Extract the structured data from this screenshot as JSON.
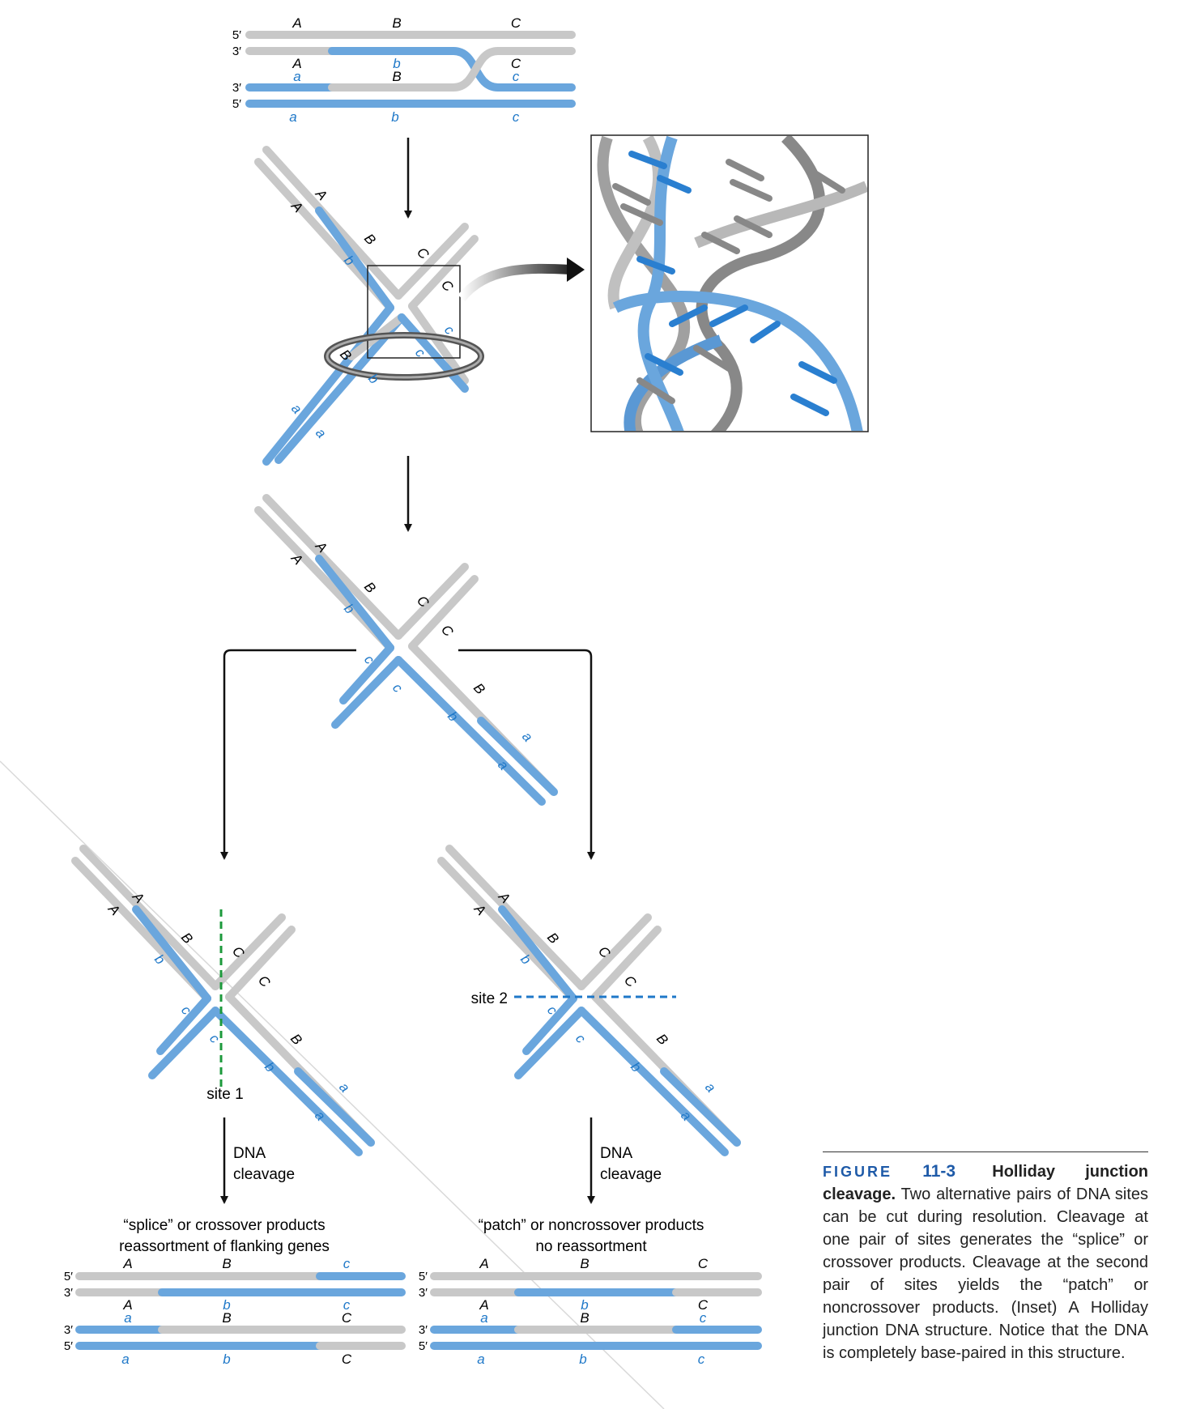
{
  "strand_labels": {
    "five_prime": "5′",
    "three_prime": "3′",
    "upper": [
      "A",
      "B",
      "C"
    ],
    "lower": [
      "a",
      "b",
      "c"
    ]
  },
  "site_labels": {
    "site1": "site 1",
    "site2": "site 2"
  },
  "step_labels": {
    "cleavage_left": [
      "DNA",
      "cleavage"
    ],
    "cleavage_right": [
      "DNA",
      "cleavage"
    ]
  },
  "products": {
    "splice": [
      "“splice” or crossover products",
      "reassortment of flanking genes"
    ],
    "patch": [
      "“patch” or noncrossover products",
      "no reassortment"
    ]
  },
  "caption": {
    "figure_word": "FIGURE",
    "figure_number": "11-3",
    "title": "Holliday junction cleavage.",
    "body": "Two alternative pairs of DNA sites can be cut during resolution. Cleavage at one pair of sites generates the “splice” or crossover products. Cleavage at the second pair of sites yields the “patch” or noncrossover products. (Inset) A Holliday junction DNA structure. Notice that the DNA is completely base-paired in this structure."
  },
  "colors": {
    "gray_strand": "#c8c8c8",
    "blue_strand": "#6aa6dd",
    "blue_text": "#1f78c8",
    "arrow": "#111111",
    "site1_dash": "#1d9a3c",
    "site2_dash": "#1f78c8",
    "caption_accent": "#1e5aa8"
  }
}
